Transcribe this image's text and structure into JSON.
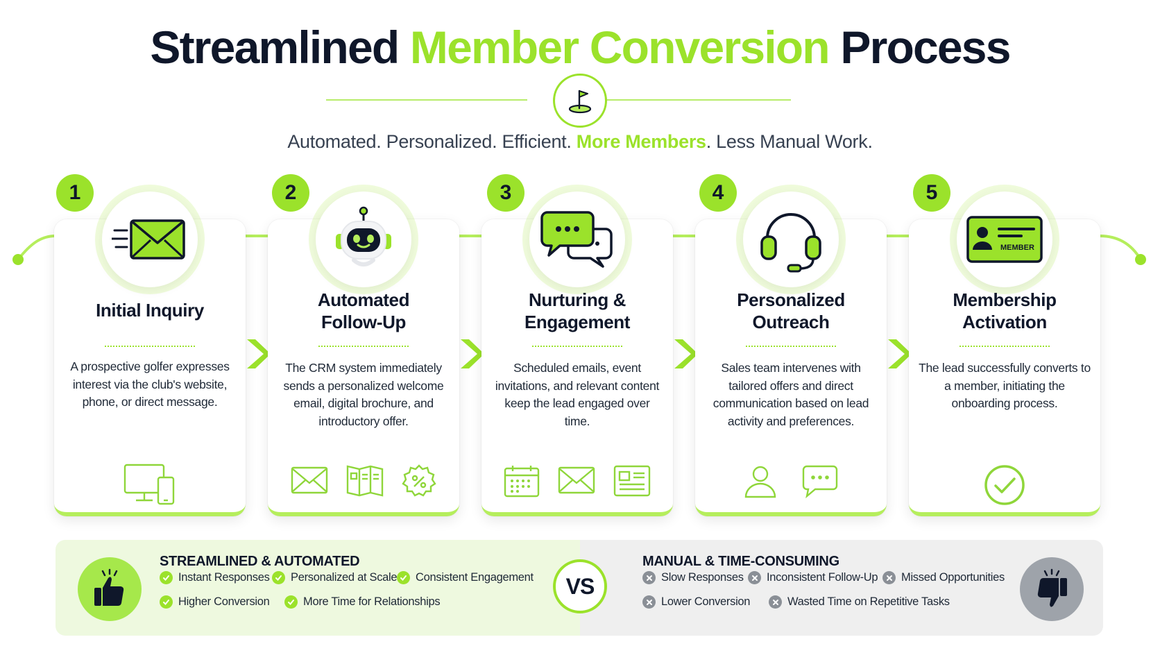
{
  "header": {
    "title_part1": "Streamlined",
    "title_accent": "Member Conversion",
    "title_part2": "Process",
    "subtitle_part1": "Automated. Personalized. Efficient.",
    "subtitle_accent": "More Members",
    "subtitle_part2": ". Less Manual Work."
  },
  "steps": [
    {
      "number": "1",
      "title": "Initial Inquiry",
      "title_line2": "",
      "description": "A prospective golfer expresses interest via the club's website, phone, or direct message.",
      "icon": "envelope-icon",
      "footer_icons": [
        "devices-icon"
      ]
    },
    {
      "number": "2",
      "title": "Automated",
      "title_line2": "Follow-Up",
      "description": "The CRM system immediately sends a personalized welcome email, digital brochure, and introductory offer.",
      "icon": "robot-icon",
      "footer_icons": [
        "email-icon",
        "brochure-icon",
        "discount-badge-icon"
      ]
    },
    {
      "number": "3",
      "title": "Nurturing &",
      "title_line2": "Engagement",
      "description": "Scheduled emails, event invitations, and relevant content keep the lead engaged over time.",
      "icon": "chat-bubbles-icon",
      "footer_icons": [
        "calendar-icon",
        "email-icon",
        "newsletter-icon"
      ]
    },
    {
      "number": "4",
      "title": "Personalized",
      "title_line2": "Outreach",
      "description": "Sales team intervenes with tailored offers and direct communication based on lead activity and preferences.",
      "icon": "headset-icon",
      "footer_icons": [
        "person-icon",
        "chat-icon"
      ]
    },
    {
      "number": "5",
      "title": "Membership",
      "title_line2": "Activation",
      "description": "The lead successfully converts to a member, initiating the onboarding process.",
      "icon": "member-card-icon",
      "member_card_label": "MEMBER",
      "footer_icons": [
        "check-circle-icon"
      ]
    }
  ],
  "comparison": {
    "left_title": "STREAMLINED & AUTOMATED",
    "left_items": [
      "Instant Responses",
      "Personalized at Scale",
      "Consistent Engagement",
      "Higher Conversion",
      "More Time for Relationships"
    ],
    "vs_label": "VS",
    "right_title": "MANUAL & TIME-CONSUMING",
    "right_items": [
      "Slow Responses",
      "Inconsistent Follow-Up",
      "Missed Opportunities",
      "Lower Conversion",
      "Wasted Time on Repetitive Tasks"
    ]
  },
  "colors": {
    "accent": "#9be22b",
    "dark": "#0f172a",
    "muted": "#8a8f96"
  }
}
